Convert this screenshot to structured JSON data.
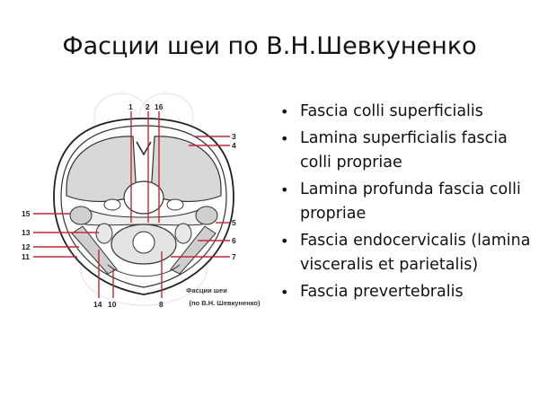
{
  "slide": {
    "title": "Фасции шеи по В.Н.Шевкуненко",
    "bullets": [
      "Fascia colli superficialis",
      "Lamina superficialis fascia colli propriae",
      "Lamina profunda fascia colli propriae",
      "Fascia endocervicalis (lamina visceralis et parietalis)",
      "Fascia prevertebralis"
    ],
    "bullet_glyph": "•"
  },
  "figure": {
    "caption_line1": "Фасции шеи",
    "caption_line2": "(по В.Н. Шевкуненко)",
    "labels_top": [
      "1",
      "2",
      "16"
    ],
    "labels_right": [
      "3",
      "4",
      "5",
      "6",
      "7"
    ],
    "labels_left": [
      "15",
      "13",
      "12",
      "11"
    ],
    "labels_bottom": [
      "14",
      "10",
      "8"
    ],
    "leader_color": "#c0283a"
  }
}
